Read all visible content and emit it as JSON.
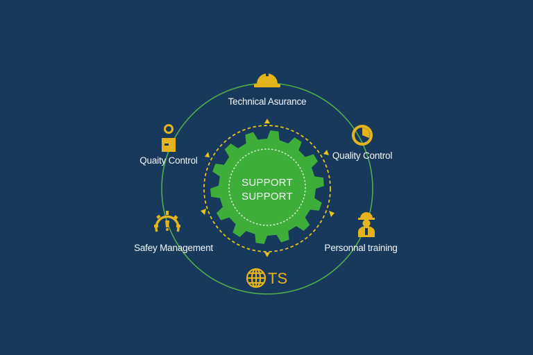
{
  "colors": {
    "background": "#173a5c",
    "gear": "#3fad3a",
    "ring": "#4fae4a",
    "dashed_ring": "#e8c21d",
    "icon": "#e5b31b",
    "text": "#f4f7fa"
  },
  "center": {
    "line1": "SUPPORT",
    "line2": "SUPPORT"
  },
  "nodes": {
    "top": {
      "label": "Technical Asurance",
      "icon": "hard-hat-icon"
    },
    "upper_left": {
      "label": "Quaity Control",
      "icon": "inspector-icon"
    },
    "upper_right": {
      "label": "Quality Control",
      "icon": "pie-chart-icon"
    },
    "lower_left": {
      "label": "Safey Management",
      "icon": "gear-warning-icon"
    },
    "lower_right": {
      "label": "Personnal training",
      "icon": "worker-icon"
    },
    "bottom": {
      "label": "TS",
      "icon": "globe-icon"
    }
  }
}
